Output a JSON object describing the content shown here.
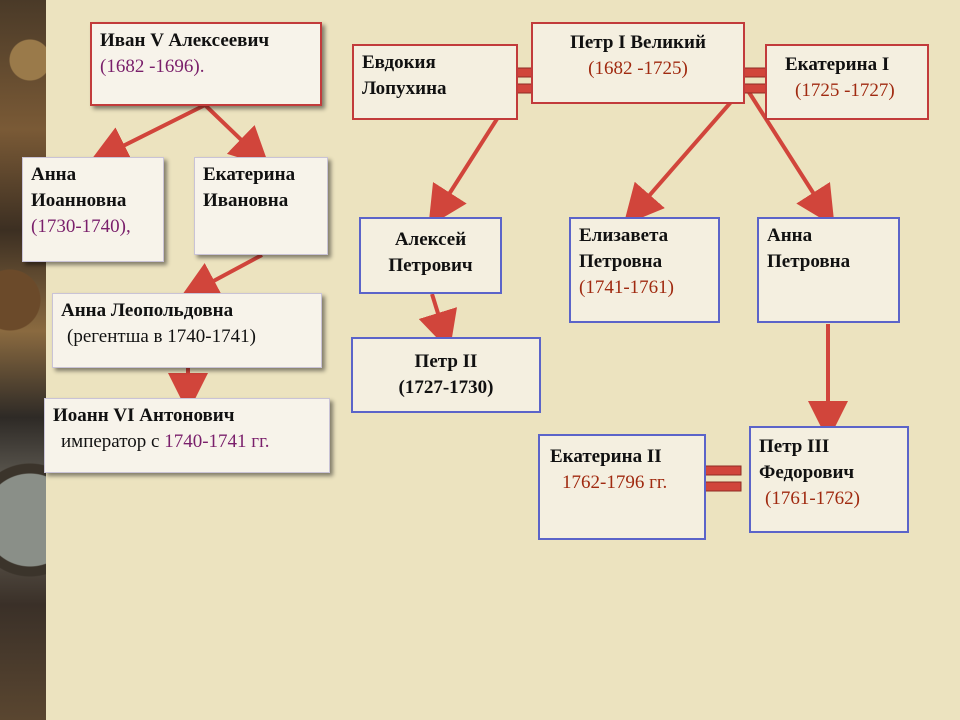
{
  "nodes": {
    "ivan_v": {
      "name": "Иван V Алексеевич",
      "dates": "(1682 -1696)."
    },
    "anna_ioannovna": {
      "line1": "Анна",
      "line2": "Иоанновна",
      "dates": "(1730-1740),"
    },
    "ekaterina_ivanovna": {
      "line1": "Екатерина",
      "line2": "Ивановна"
    },
    "anna_leopoldovna": {
      "name": "Анна Леопольдовна",
      "note": "(регентша в 1740-1741)"
    },
    "ioann_vi": {
      "name": "Иоанн VI Антонович",
      "prefix": "император с ",
      "dates": "1740-1741 гг."
    },
    "evdokia": {
      "line1": "Евдокия",
      "line2": "Лопухина"
    },
    "petr_i": {
      "name": "Петр I Великий",
      "dates": "(1682 -1725)"
    },
    "ekaterina_i": {
      "name": "Екатерина I",
      "dates": "(1725 -1727)"
    },
    "aleksey": {
      "line1": "Алексей",
      "line2": "Петрович"
    },
    "elizaveta": {
      "line1": "Елизавета",
      "line2": "Петровна",
      "dates": "(1741-1761)"
    },
    "anna_petrovna": {
      "line1": "Анна",
      "line2": "Петровна"
    },
    "petr_ii": {
      "name": "Петр II",
      "dates": "(1727-1730)"
    },
    "ekaterina_ii": {
      "name": "Екатерина II",
      "dates": "1762-1796 гг."
    },
    "petr_iii": {
      "line1": "Петр III",
      "line2": "Федорович",
      "dates": "(1761-1762)"
    }
  },
  "colors": {
    "arrow": "#d1453b",
    "red_border": "#c23b3b",
    "blue_border": "#5b64c9"
  }
}
